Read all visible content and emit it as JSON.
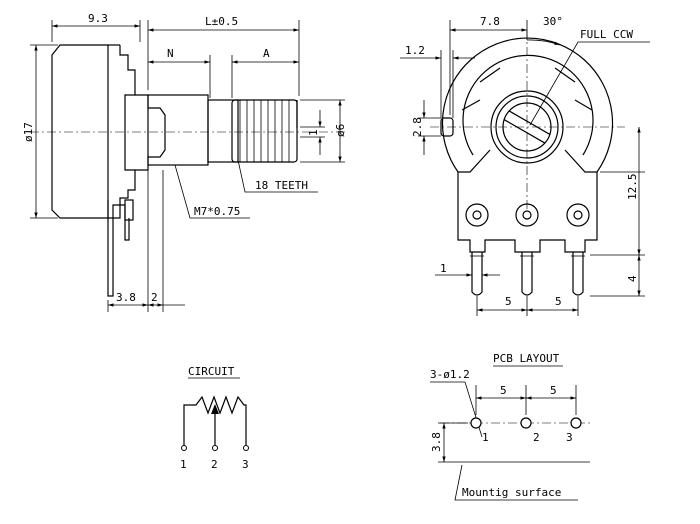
{
  "side_view": {
    "dim_body_width": "9.3",
    "dim_length": "L±0.5",
    "dim_n": "N",
    "dim_a": "A",
    "dim_diameter_body": "ø17",
    "dim_diameter_shaft": "ø6",
    "dim_slot": "1",
    "label_teeth": "18 TEETH",
    "label_thread": "M7*0.75",
    "dim_pin_offset": "3.8",
    "dim_bushing": "2"
  },
  "front_view": {
    "dim_width": "7.8",
    "dim_angle": "30°",
    "label_rotation": "FULL CCW",
    "dim_tab": "1.2",
    "dim_tab_height": "2.8",
    "dim_height": "12.5",
    "dim_pin_thickness": "1",
    "dim_pin_length": "4",
    "dim_pitch_1": "5",
    "dim_pitch_2": "5"
  },
  "circuit": {
    "title": "CIRCUIT",
    "pin_1": "1",
    "pin_2": "2",
    "pin_3": "3"
  },
  "pcb_layout": {
    "title": "PCB LAYOUT",
    "hole_spec": "3-ø1.2",
    "pitch_1": "5",
    "pitch_2": "5",
    "dim_offset": "3.8",
    "pin_1": "1",
    "pin_2": "2",
    "pin_3": "3",
    "label_surface": "Mountig surface"
  }
}
